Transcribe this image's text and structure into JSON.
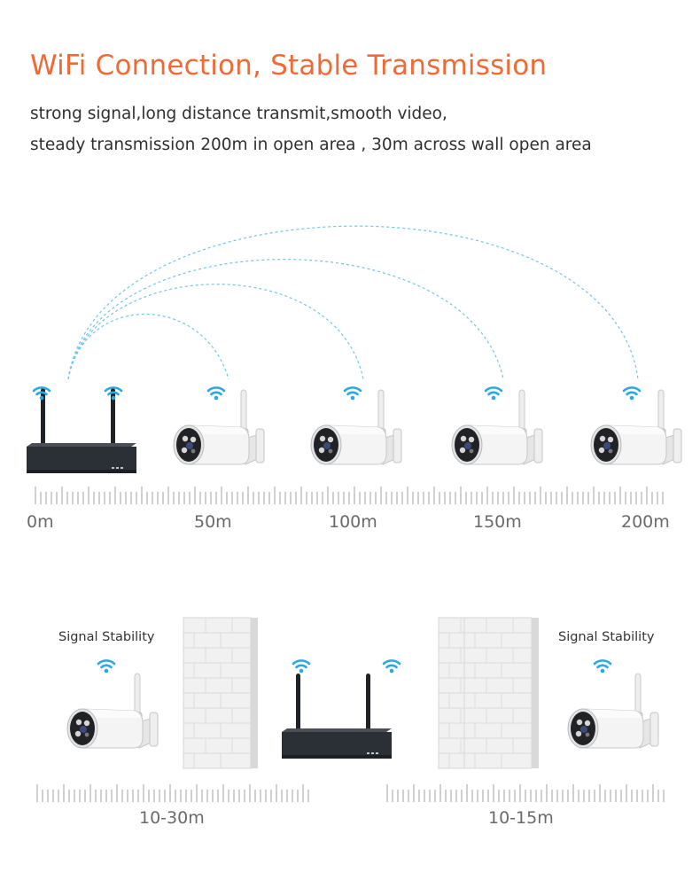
{
  "header": {
    "title": "WiFi Connection, Stable Transmission",
    "line1": "strong signal,long distance transmit,smooth video,",
    "line2": "steady transmission 200m in open area , 30m across wall open area"
  },
  "distance_scale": {
    "labels": [
      "0m",
      "50m",
      "100m",
      "150m",
      "200m"
    ]
  },
  "wall_section": {
    "left_caption": "Signal Stability",
    "right_caption": "Signal Stability",
    "left_range": "10-30m",
    "right_range": "10-15m"
  },
  "colors": {
    "title": "#f06a35",
    "wifi": "#2aa8df",
    "arc": "#6fc6ea",
    "ruler": "#9a9a9a",
    "nvr": "#2b2f36"
  },
  "icons": [
    "wifi-icon",
    "nvr-recorder-icon",
    "bullet-camera-icon",
    "brick-wall-icon",
    "ruler-icon"
  ]
}
